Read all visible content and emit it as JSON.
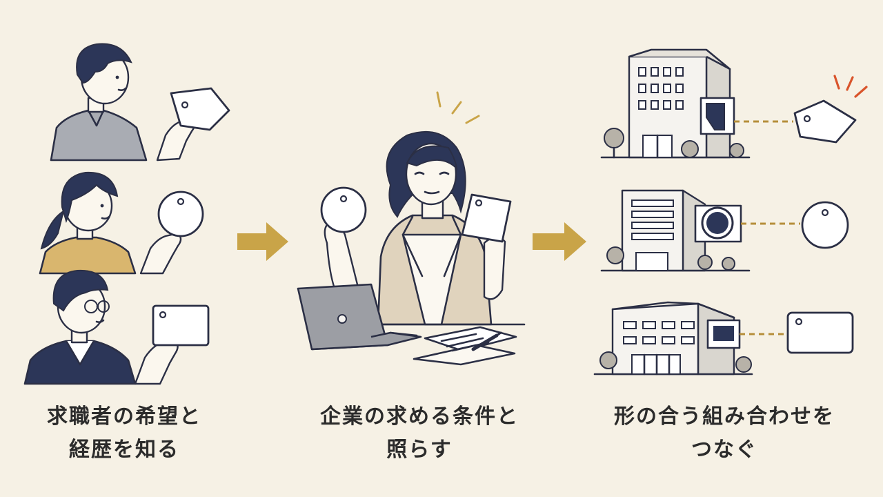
{
  "steps": [
    {
      "line1": "求職者の希望と",
      "line2": "経歴を知る"
    },
    {
      "line1": "企業の求める条件と",
      "line2": "照らす"
    },
    {
      "line1": "形の合う組み合わせを",
      "line2": "つなぐ"
    }
  ],
  "colors": {
    "background": "#f6f1e5",
    "ink": "#2b2f45",
    "navy": "#2c3658",
    "arrow": "#c9a448",
    "connector": "#b58e3a",
    "accent_burst": "#d9542b",
    "shirt_gray": "#a9acb3",
    "sweater_mustard": "#d9b66e",
    "jacket_beige": "#e0d3bd",
    "laptop_gray": "#9c9ea4"
  },
  "icons": [
    "person-with-tag-icon",
    "person-with-circle-card-icon",
    "person-with-rect-card-icon",
    "arrow-right-icon",
    "consultant-icon",
    "laptop-icon",
    "document-pen-icon",
    "building-icon",
    "tag-icon",
    "circle-card-icon",
    "rect-card-icon"
  ]
}
